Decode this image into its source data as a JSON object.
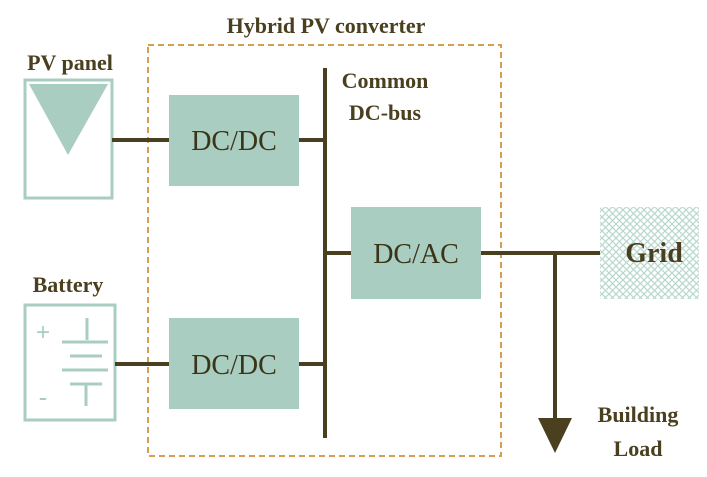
{
  "title": "Hybrid PV converter",
  "pv_panel_label": "PV panel",
  "battery_label": "Battery",
  "bus_label_line1": "Common",
  "bus_label_line2": "DC-bus",
  "dcdc_top_label": "DC/DC",
  "dcdc_bottom_label": "DC/DC",
  "dcac_label": "DC/AC",
  "grid_label": "Grid",
  "load_label_line1": "Building",
  "load_label_line2": "Load",
  "battery_plus": "+",
  "battery_minus": "-",
  "colors": {
    "block_fill": "#a9cdc0",
    "line": "#4a4020",
    "border_dashed": "#d4a050",
    "battery_outline": "#a9cdc0",
    "text": "#4a4020"
  }
}
